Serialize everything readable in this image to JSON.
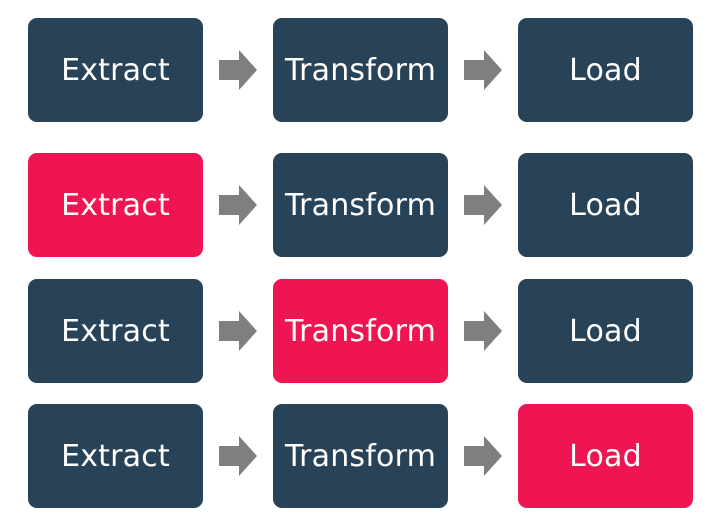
{
  "colors": {
    "default_box": "#284357",
    "highlight_box": "#ef1552",
    "arrow": "#7f7f7f",
    "text": "#ffffff"
  },
  "rows": [
    {
      "highlight": null,
      "steps": [
        {
          "label": "Extract"
        },
        {
          "label": "Transform"
        },
        {
          "label": "Load"
        }
      ]
    },
    {
      "highlight": 0,
      "steps": [
        {
          "label": "Extract"
        },
        {
          "label": "Transform"
        },
        {
          "label": "Load"
        }
      ]
    },
    {
      "highlight": 1,
      "steps": [
        {
          "label": "Extract"
        },
        {
          "label": "Transform"
        },
        {
          "label": "Load"
        }
      ]
    },
    {
      "highlight": 2,
      "steps": [
        {
          "label": "Extract"
        },
        {
          "label": "Transform"
        },
        {
          "label": "Load"
        }
      ]
    }
  ]
}
